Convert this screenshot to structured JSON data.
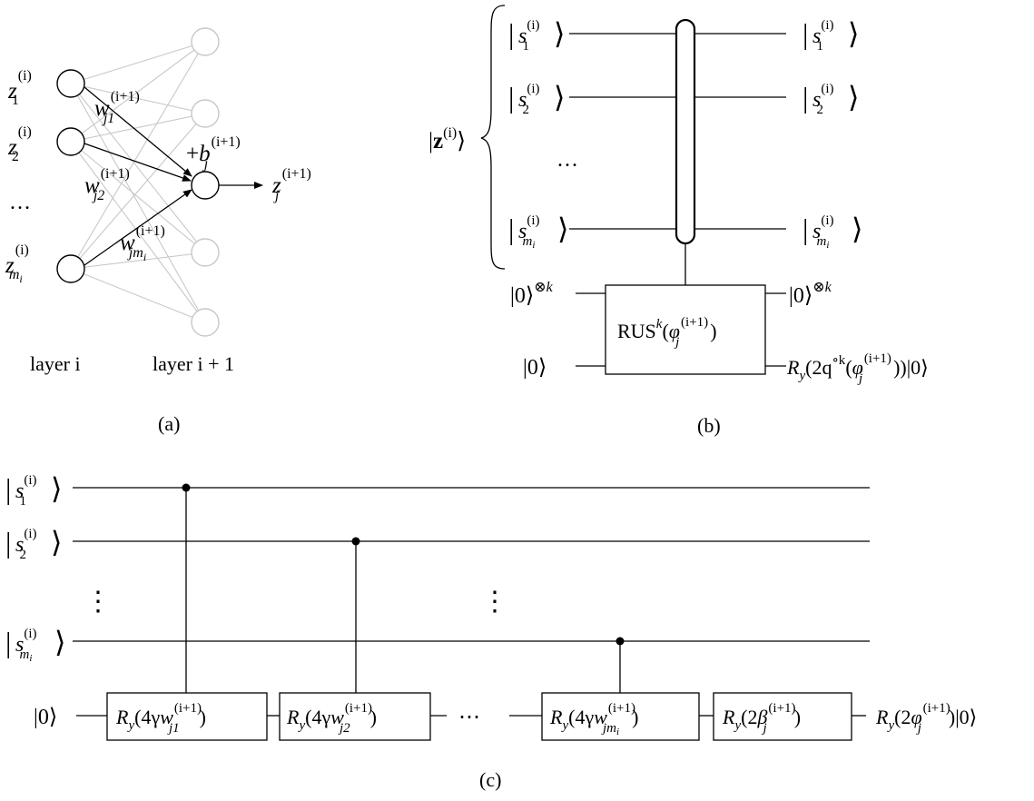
{
  "panel_a": {
    "caption": "(a)",
    "layer_label_left": "layer i",
    "layer_label_right": "layer i + 1",
    "inputs": [
      {
        "base": "z",
        "sub": "1",
        "sup": "(i)"
      },
      {
        "base": "z",
        "sub": "2",
        "sup": "(i)"
      },
      {
        "base": "z",
        "sub": "m",
        "subsub": "i",
        "sup": "(i)"
      }
    ],
    "input_ellipsis": "…",
    "weights": [
      {
        "base": "w",
        "sub": "j1",
        "sup": "(i+1)"
      },
      {
        "base": "w",
        "sub": "j2",
        "sup": "(i+1)"
      },
      {
        "base": "w",
        "sub": "jm",
        "subsub": "i",
        "sup": "(i+1)"
      }
    ],
    "bias": {
      "prefix": "+",
      "base": "b",
      "sub": "j",
      "sup": "(i+1)"
    },
    "output": {
      "base": "z",
      "sub": "j",
      "sup": "(i+1)"
    }
  },
  "panel_b": {
    "caption": "(b)",
    "register_label": {
      "base": "z",
      "sup": "(i)"
    },
    "qubit_inputs": [
      {
        "base": "s",
        "sub": "1",
        "sup": "(i)"
      },
      {
        "base": "s",
        "sub": "2",
        "sup": "(i)"
      },
      {
        "base": "s",
        "sub": "m",
        "subsub": "i",
        "sup": "(i)"
      }
    ],
    "qubit_outputs": [
      {
        "base": "s",
        "sub": "1",
        "sup": "(i)"
      },
      {
        "base": "s",
        "sub": "2",
        "sup": "(i)"
      },
      {
        "base": "s",
        "sub": "m",
        "subsub": "i",
        "sup": "(i)"
      }
    ],
    "ellipsis": "…",
    "ancilla_in": {
      "ket": "0",
      "sup": "⊗k"
    },
    "ancilla_out": {
      "ket": "0",
      "sup": "⊗k"
    },
    "target_in": {
      "ket": "0"
    },
    "gate": {
      "name": "RUS",
      "power": "k",
      "arg": "φ",
      "arg_sub": "j",
      "arg_sup": "(i+1)"
    },
    "target_out": {
      "op": "R",
      "op_sub": "y",
      "arg": "2q",
      "arg_sup": "∘k",
      "phi": "φ",
      "phi_sub": "j",
      "phi_sup": "(i+1)",
      "ket": "0"
    }
  },
  "panel_c": {
    "caption": "(c)",
    "qubit_inputs": [
      {
        "base": "s",
        "sub": "1",
        "sup": "(i)"
      },
      {
        "base": "s",
        "sub": "2",
        "sup": "(i)"
      },
      {
        "base": "s",
        "sub": "m",
        "subsub": "i",
        "sup": "(i)"
      }
    ],
    "vertical_ellipsis": "⋮",
    "target_in": {
      "ket": "0"
    },
    "gates": [
      {
        "op": "R",
        "op_sub": "y",
        "coef": "4γ",
        "base": "w",
        "sub": "j1",
        "sup": "(i+1)"
      },
      {
        "op": "R",
        "op_sub": "y",
        "coef": "4γ",
        "base": "w",
        "sub": "j2",
        "sup": "(i+1)"
      },
      {
        "op": "R",
        "op_sub": "y",
        "coef": "4γ",
        "base": "w",
        "sub": "jm",
        "subsub": "i",
        "sup": "(i+1)"
      },
      {
        "op": "R",
        "op_sub": "y",
        "coef": "2",
        "base": "β",
        "sub": "j",
        "sup": "(i+1)"
      }
    ],
    "gate_ellipsis": "⋯",
    "target_out": {
      "op": "R",
      "op_sub": "y",
      "coef": "2",
      "base": "φ",
      "sub": "j",
      "sup": "(i+1)",
      "ket": "0"
    }
  }
}
